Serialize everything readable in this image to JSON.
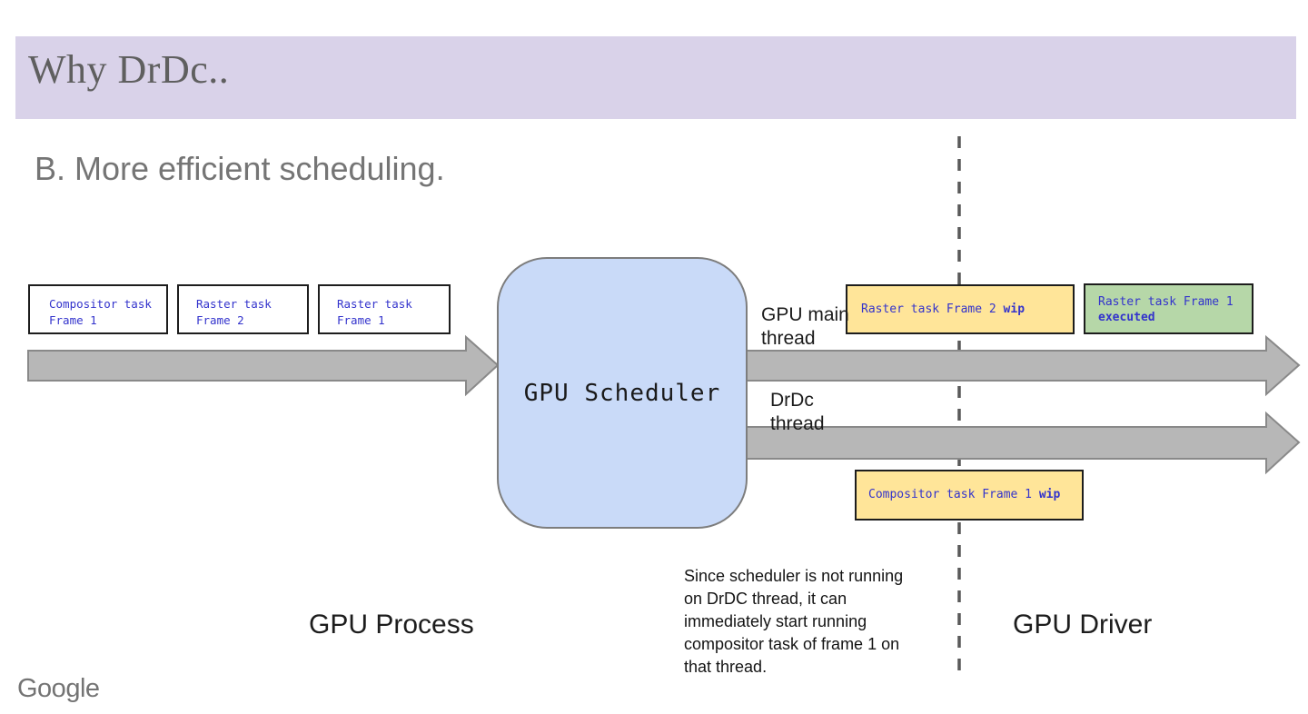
{
  "slide": {
    "title": "Why DrDc..",
    "subtitle": "B. More efficient scheduling.",
    "footer_logo": "Google"
  },
  "colors": {
    "header_bar": "#d9d2e9",
    "scheduler_fill": "#c9daf8",
    "wip_fill": "#ffe599",
    "executed_fill": "#b6d7a8",
    "arrow_fill": "#b7b7b7",
    "task_text": "#3333cc",
    "divider": "#595959"
  },
  "diagram": {
    "queue_boxes": [
      {
        "line1": "Compositor task",
        "line2": "Frame 1"
      },
      {
        "line1": "Raster task",
        "line2": "Frame 2"
      },
      {
        "line1": "Raster task",
        "line2": "Frame 1"
      }
    ],
    "scheduler_label": "GPU Scheduler",
    "threads": {
      "main": {
        "line1": "GPU main",
        "line2": "thread"
      },
      "drdc": {
        "line1": "DrDc",
        "line2": "thread"
      }
    },
    "running_boxes": {
      "raster_frame2": {
        "text": "Raster task Frame 2 ",
        "bold": "wip"
      },
      "raster_frame1": {
        "line1": "Raster task Frame 1",
        "bold": "executed"
      },
      "compositor_frame1": {
        "text": "Compositor task Frame 1 ",
        "bold": "wip"
      }
    },
    "regions": {
      "left": "GPU Process",
      "right": "GPU Driver"
    },
    "note_lines": [
      "Since scheduler is not running",
      "on DrDC thread, it can",
      "immediately start running",
      "compositor task of frame 1 on",
      "that thread."
    ]
  }
}
